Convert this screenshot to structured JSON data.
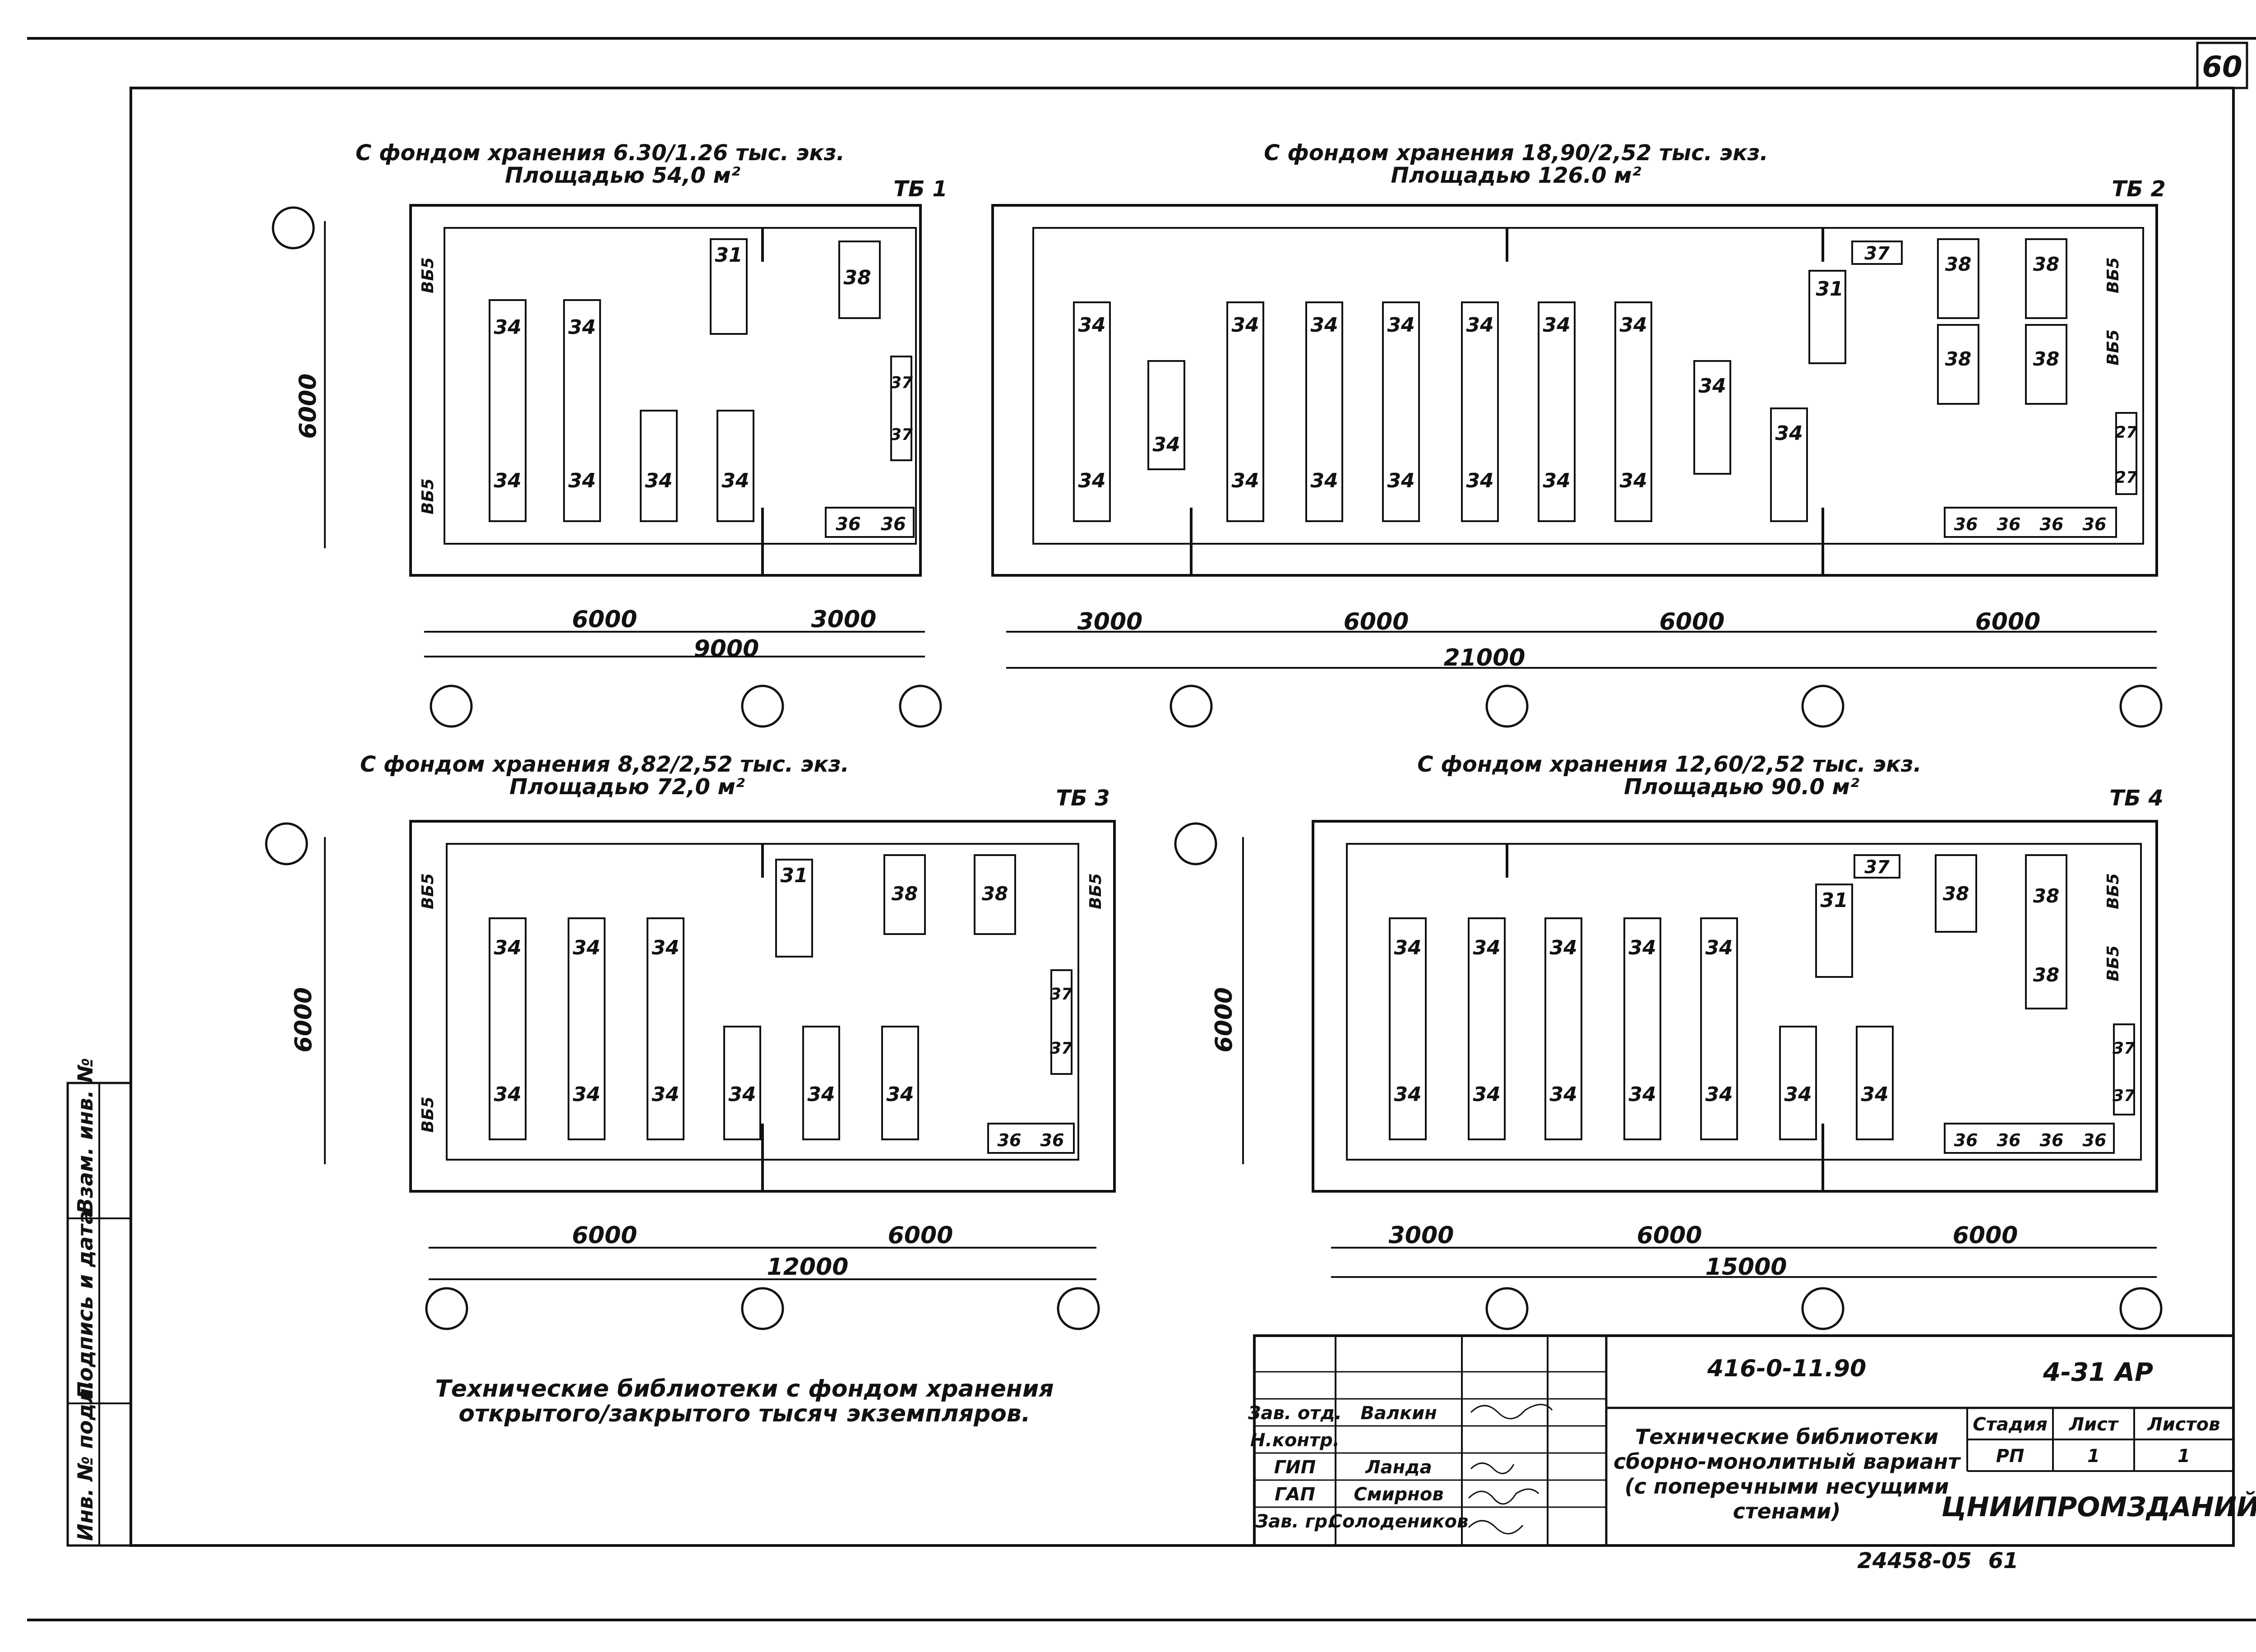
{
  "page_number": "60",
  "plans": [
    {
      "id": "tb1",
      "tag": "ТБ 1",
      "title_line1": "С фондом хранения 6.30/1.26 тыс. экз.",
      "title_line2": "Площадью 54,0 м²",
      "height_dim": "6000",
      "span_dims": [
        "6000",
        "3000"
      ],
      "total_dim": "9000",
      "wall_panel": "ВБ5",
      "equipment": [
        "34",
        "31",
        "38",
        "37",
        "36"
      ]
    },
    {
      "id": "tb2",
      "tag": "ТБ 2",
      "title_line1": "С фондом хранения 18,90/2,52 тыс. экз.",
      "title_line2": "Площадью 126.0 м²",
      "height_dim": "",
      "span_dims": [
        "3000",
        "6000",
        "6000",
        "6000"
      ],
      "total_dim": "21000",
      "wall_panel": "ВБ5",
      "equipment": [
        "34",
        "31",
        "37",
        "38",
        "27",
        "36"
      ]
    },
    {
      "id": "tb3",
      "tag": "ТБ 3",
      "title_line1": "С фондом хранения 8,82/2,52 тыс. экз.",
      "title_line2": "Площадью 72,0 м²",
      "height_dim": "6000",
      "span_dims": [
        "6000",
        "6000"
      ],
      "total_dim": "12000",
      "wall_panel": "ВБ5",
      "equipment": [
        "34",
        "31",
        "38",
        "37",
        "36"
      ]
    },
    {
      "id": "tb4",
      "tag": "ТБ 4",
      "title_line1": "С фондом хранения 12,60/2,52 тыс. экз.",
      "title_line2": "Площадью 90.0 м²",
      "height_dim": "6000",
      "span_dims": [
        "3000",
        "6000",
        "6000"
      ],
      "total_dim": "15000",
      "wall_panel": "ВБ5",
      "equipment": [
        "34",
        "31",
        "37",
        "38",
        "36"
      ]
    }
  ],
  "caption_line1": "Технические библиотеки с фондом хранения",
  "caption_line2": "открытого/закрытого тысяч экземпляров.",
  "side_stamp": [
    "Инв. № подл.",
    "Подпись и дата",
    "Взам. инв. №"
  ],
  "title_block": {
    "doc_code": "416-0-11.90",
    "sheet_code": "4-31 АР",
    "roles": [
      "Зав. отд.",
      "Н.контр.",
      "ГИП",
      "ГАП",
      "Зав. гр."
    ],
    "names": [
      "Валкин",
      "",
      "Ланда",
      "Смирнов",
      "Солодеников"
    ],
    "title_line1": "Технические библиотеки",
    "title_line2": "сборно-монолитный вариант",
    "title_line3": "(с поперечными несущими",
    "title_line4": "стенами)",
    "stage_label": "Стадия",
    "sheet_label": "Лист",
    "sheets_label": "Листов",
    "stage": "РП",
    "sheet": "1",
    "sheets": "1",
    "organization": "ЦНИИПРОМЗДАНИЙ"
  },
  "bottom_code": "24458-05",
  "bottom_page": "61"
}
